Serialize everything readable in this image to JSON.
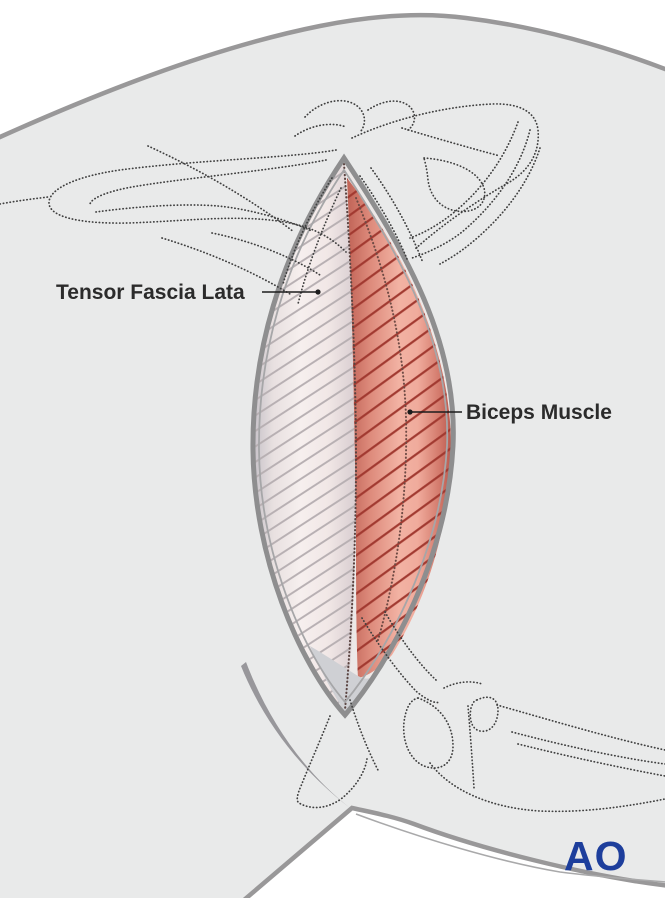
{
  "figure": {
    "title_hint": "Surgical approach illustration of lateral thigh",
    "labels": {
      "tensor_fascia_lata": "Tensor Fascia Lata",
      "biceps_muscle": "Biceps Muscle"
    },
    "logo": {
      "text": "AO",
      "color": "#1d3e9c"
    },
    "colors": {
      "background": "#ffffff",
      "body_fill": "#e9eaea",
      "body_outline": "#999899",
      "fold_shadow": "#98979b",
      "incision_outer_stroke": "#8e8e8f",
      "incision_inner_stroke": "#a6a6a8",
      "lens_base": "#ece8e7",
      "tensor_light": "#f6efee",
      "tensor_dark": "#cfc5c8",
      "tensor_hatch": "#b7afb2",
      "biceps_light": "#f4bcae",
      "biceps_dark": "#b85a50",
      "biceps_hatch": "#a13930",
      "fascia_wedge": "#cfd0d4",
      "bone_dots": "#404040",
      "muscle_boundary_dots": "#5a4340",
      "label_text": "#2b2b2b",
      "leader_line": "#1c1c1c"
    }
  }
}
